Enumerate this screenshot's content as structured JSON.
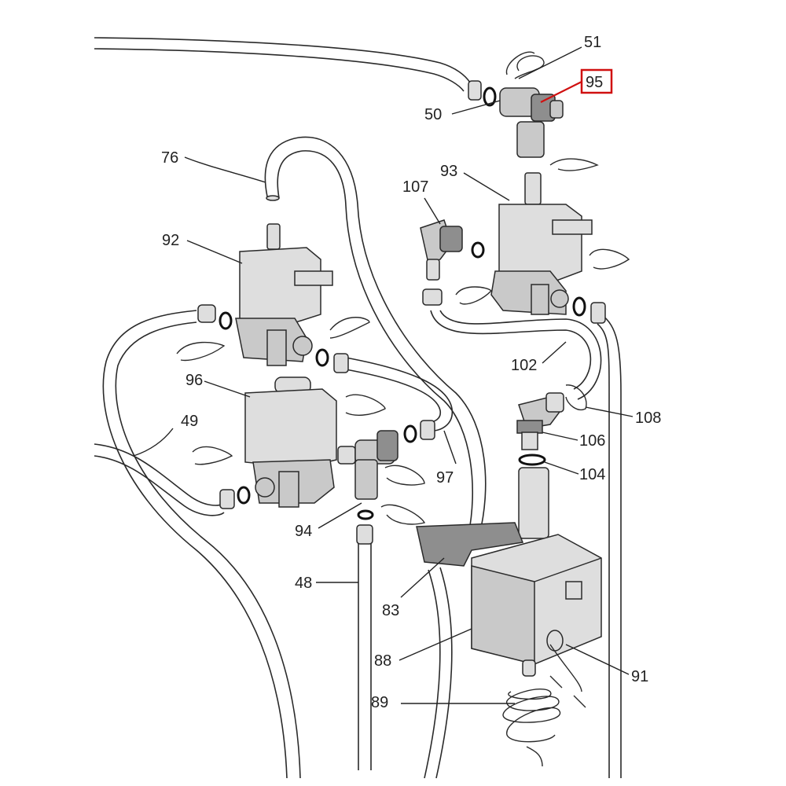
{
  "callouts": [
    {
      "key": "c51",
      "label": "51"
    },
    {
      "key": "c95",
      "label": "95"
    },
    {
      "key": "c50",
      "label": "50"
    },
    {
      "key": "c76",
      "label": "76"
    },
    {
      "key": "c93",
      "label": "93"
    },
    {
      "key": "c107",
      "label": "107"
    },
    {
      "key": "c92",
      "label": "92"
    },
    {
      "key": "c102",
      "label": "102"
    },
    {
      "key": "c96",
      "label": "96"
    },
    {
      "key": "c108",
      "label": "108"
    },
    {
      "key": "c49",
      "label": "49"
    },
    {
      "key": "c106",
      "label": "106"
    },
    {
      "key": "c97",
      "label": "97"
    },
    {
      "key": "c104",
      "label": "104"
    },
    {
      "key": "c94",
      "label": "94"
    },
    {
      "key": "c48",
      "label": "48"
    },
    {
      "key": "c83",
      "label": "83"
    },
    {
      "key": "c88",
      "label": "88"
    },
    {
      "key": "c91",
      "label": "91"
    },
    {
      "key": "c89",
      "label": "89"
    }
  ],
  "highlight": {
    "label": "95",
    "color": "#d01010"
  },
  "colors": {
    "line": "#2a2a2a",
    "part_fill": "#c9c9c9",
    "background": "#ffffff"
  }
}
